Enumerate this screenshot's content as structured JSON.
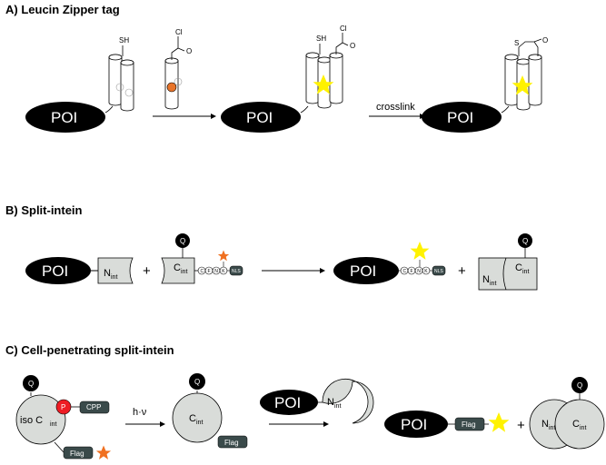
{
  "sections": {
    "a": "A)  Leucin Zipper tag",
    "b": "B)  Split-intein",
    "c": "C)  Cell-penetrating split-intein"
  },
  "labels": {
    "poi": "POI",
    "sh": "SH",
    "cl": "Cl",
    "o": "O",
    "s": "S",
    "crosslink": "crosslink",
    "n": "N",
    "int": "int",
    "c": "C",
    "q": "Q",
    "p": "P",
    "cpp": "CPP",
    "iso": "iso C",
    "flag": "Flag",
    "hv": "h·ν",
    "plus": "+",
    "nls": "NLS",
    "aa1": "C",
    "aa2": "F",
    "aa3": "N",
    "aa4": "K"
  },
  "colors": {
    "black": "#000000",
    "grey_fill": "#d9dcd9",
    "dark_tag": "#3a4a4a",
    "star_orange": "#f07020",
    "star_yellow": "#fff200",
    "phospho_red": "#ee1c24",
    "orange_ball": "#e8742a"
  }
}
